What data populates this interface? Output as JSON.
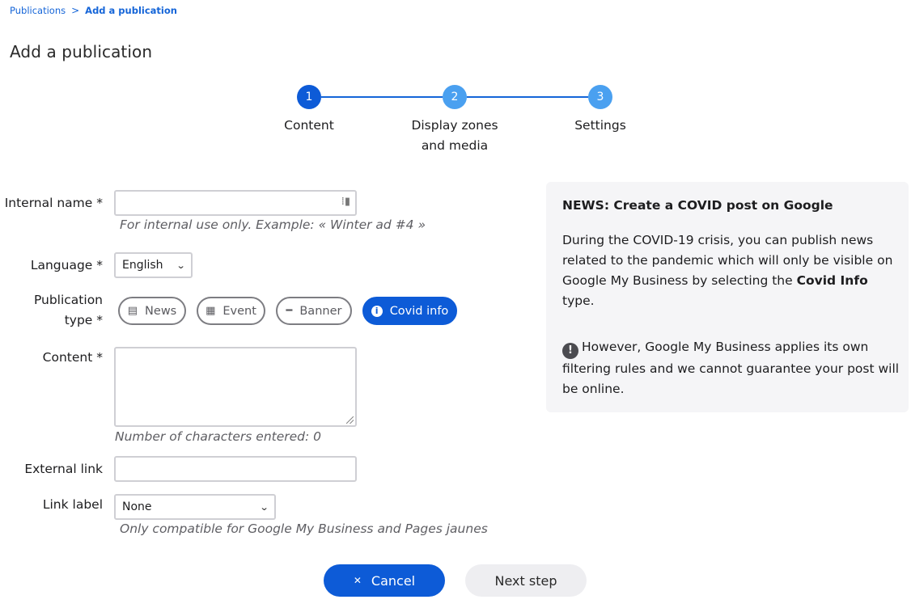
{
  "breadcrumb": {
    "items": [
      "Publications",
      "Add a publication"
    ],
    "separator": ">"
  },
  "page_title": "Add a publication",
  "stepper": {
    "steps": [
      {
        "number": "1",
        "label_line1": "Content",
        "label_line2": "",
        "state": "active"
      },
      {
        "number": "2",
        "label_line1": "Display zones",
        "label_line2": "and media",
        "state": "pending"
      },
      {
        "number": "3",
        "label_line1": "Settings",
        "label_line2": "",
        "state": "pending"
      }
    ]
  },
  "form": {
    "internal_name": {
      "label": "Internal name *",
      "value": "",
      "hint": "For internal use only. Example: « Winter ad #4 »"
    },
    "language": {
      "label": "Language *",
      "selected": "English"
    },
    "publication_type": {
      "label_line1": "Publication",
      "label_line2": "type *",
      "options": [
        {
          "label": "News",
          "icon": "newspaper-icon",
          "selected": false
        },
        {
          "label": "Event",
          "icon": "calendar-icon",
          "selected": false
        },
        {
          "label": "Banner",
          "icon": "minus-icon",
          "selected": false
        },
        {
          "label": "Covid info",
          "icon": "info-circle-icon",
          "selected": true
        }
      ]
    },
    "content": {
      "label": "Content *",
      "value": "",
      "counter": "Number of characters entered: 0"
    },
    "external_link": {
      "label": "External link",
      "value": ""
    },
    "link_label": {
      "label": "Link label",
      "selected": "None",
      "hint": "Only compatible for Google My Business and Pages jaunes"
    }
  },
  "info_panel": {
    "title": "NEWS: Create a COVID post on Google",
    "p1_before": "During the COVID-19 crisis, you can publish news related to the pandemic which will only be visible on Google My Business by selecting the ",
    "p1_bold": "Covid Info",
    "p1_after": " type.",
    "p2": "However, Google My Business applies its own filtering rules and we cannot guarantee your post will be online."
  },
  "buttons": {
    "cancel": "Cancel",
    "next": "Next step"
  },
  "colors": {
    "primary": "#0d5bd7",
    "step_pending": "#4aa0f0",
    "link": "#1565d8",
    "panel_bg": "#f5f5f7"
  }
}
